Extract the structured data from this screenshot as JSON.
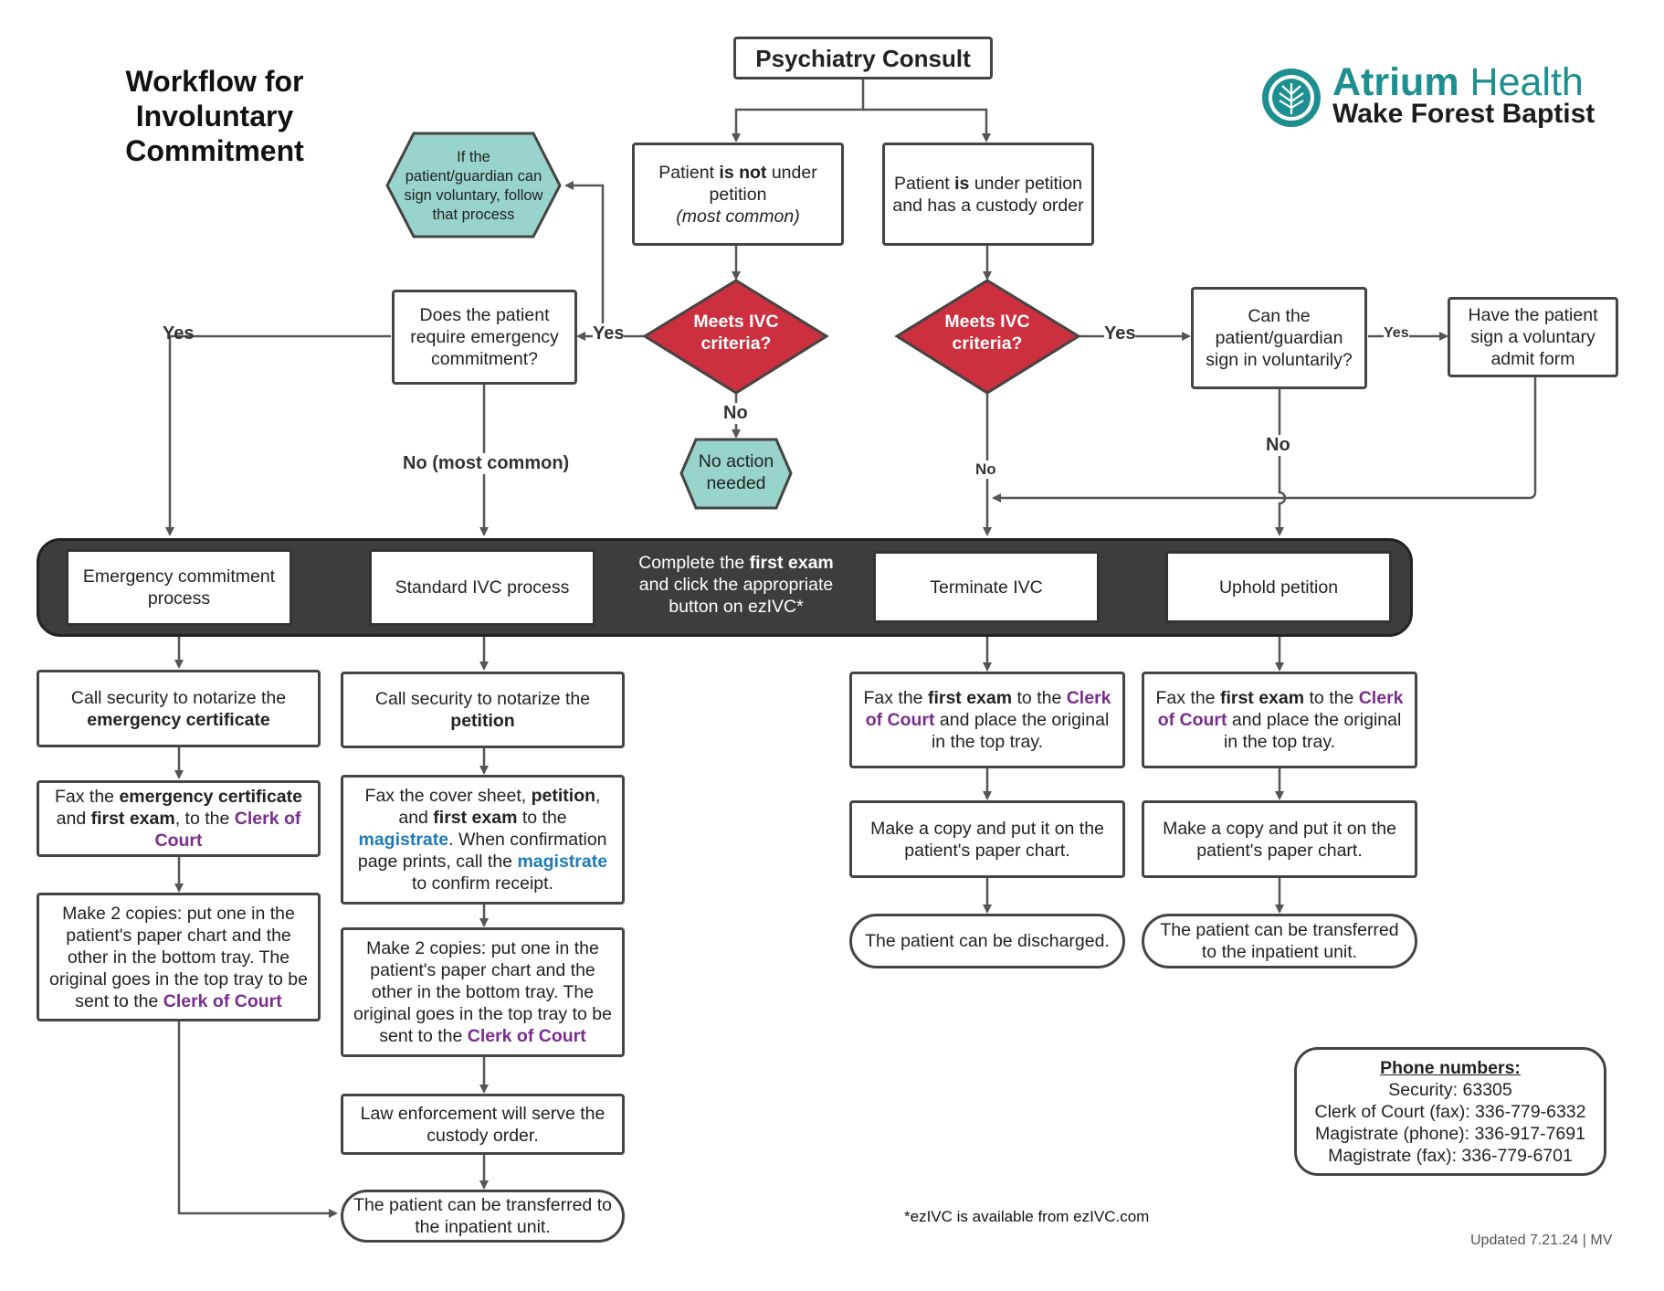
{
  "title": {
    "line1": "Workflow for",
    "line2": "Involuntary",
    "line3": "Commitment"
  },
  "logo": {
    "brand_bold": "Atrium",
    "brand_light": " Health",
    "subtitle": "Wake Forest Baptist"
  },
  "colors": {
    "decision": "#cc2f3d",
    "terminal": "#98d4cb",
    "bar": "#3d3d3d",
    "clerk": "#7b2d8e",
    "magistrate": "#1f7ab8",
    "logo": "#1d8f91"
  },
  "nodes": {
    "consult": "Psychiatry Consult",
    "not_petition": {
      "pre": "Patient ",
      "bold": "is not",
      "mid": " under petition",
      "italic": "(most common)"
    },
    "under_petition": {
      "pre": "Patient ",
      "bold": "is",
      "post": " under petition and has a custody order"
    },
    "voluntary_hex": "If the patient/guardian can sign voluntary, follow that process",
    "meets_left": "Meets IVC criteria?",
    "meets_right": "Meets IVC criteria?",
    "require_emergency": "Does the patient require emergency commitment?",
    "no_action": "No action needed",
    "can_sign": "Can the patient/guardian sign in voluntarily?",
    "have_sign": "Have the patient sign a voluntary admit form"
  },
  "labels": {
    "yes_far_left": "Yes",
    "yes_left": "Yes",
    "no_left": "No",
    "no_most_common": "No (most common)",
    "yes_right": "Yes",
    "yes_far_right": "Yes",
    "no_right": "No",
    "no_can_sign": "No"
  },
  "bar": {
    "emergency": "Emergency commitment process",
    "standard": "Standard IVC process",
    "center_pre": "Complete the ",
    "center_bold": "first exam",
    "center_post": " and click the appropriate button on ezIVC*",
    "terminate": "Terminate IVC",
    "uphold": "Uphold petition"
  },
  "col1": {
    "step1_pre": "Call security to notarize the ",
    "step1_bold": "emergency certificate",
    "step2_pre": "Fax the ",
    "step2_bold1": "emergency certificate",
    "step2_mid": " and ",
    "step2_bold2": "first exam",
    "step2_post": ", to the ",
    "step2_clerk": "Clerk of Court",
    "step3_pre": "Make 2 copies: put one in the patient's paper chart and the other in the bottom tray. The original goes in the top tray to be sent to the ",
    "step3_clerk": "Clerk of Court"
  },
  "col2": {
    "step1_pre": "Call security to notarize the ",
    "step1_bold": "petition",
    "step2_a": "Fax the cover sheet, ",
    "step2_b": "petition",
    "step2_c": ", and ",
    "step2_d": "first exam",
    "step2_e": " to the ",
    "step2_f": "magistrate",
    "step2_g": ". When confirmation page prints, call the ",
    "step2_h": "magistrate",
    "step2_i": " to confirm receipt.",
    "step3_pre": "Make 2 copies: put one in the patient's paper chart and the other in the bottom tray. The original goes in the top tray to be sent to the ",
    "step3_clerk": "Clerk of Court",
    "step4": "Law enforcement will serve the custody order.",
    "end": "The patient can be transferred to the inpatient unit."
  },
  "col3": {
    "step1_a": "Fax the ",
    "step1_b": "first exam",
    "step1_c": " to the ",
    "step1_clerk": "Clerk of Court",
    "step1_d": " and place the original in the top tray.",
    "step2": "Make a copy and put it on the patient's paper chart.",
    "end": "The patient can be discharged."
  },
  "col4": {
    "step1_a": "Fax the ",
    "step1_b": "first exam",
    "step1_c": " to the ",
    "step1_clerk": "Clerk of Court",
    "step1_d": " and place the original in the top tray.",
    "step2": "Make a copy and put it on the patient's paper chart.",
    "end": "The patient can be transferred to the inpatient unit."
  },
  "phones": {
    "heading": "Phone numbers:",
    "security": "Security: 63305",
    "clerk": "Clerk of Court (fax): 336-779-6332",
    "mag_phone": "Magistrate (phone): 336-917-7691",
    "mag_fax": "Magistrate (fax): 336-779-6701"
  },
  "footnote": "*ezIVC is available from ezIVC.com",
  "updated": "Updated 7.21.24 | MV"
}
